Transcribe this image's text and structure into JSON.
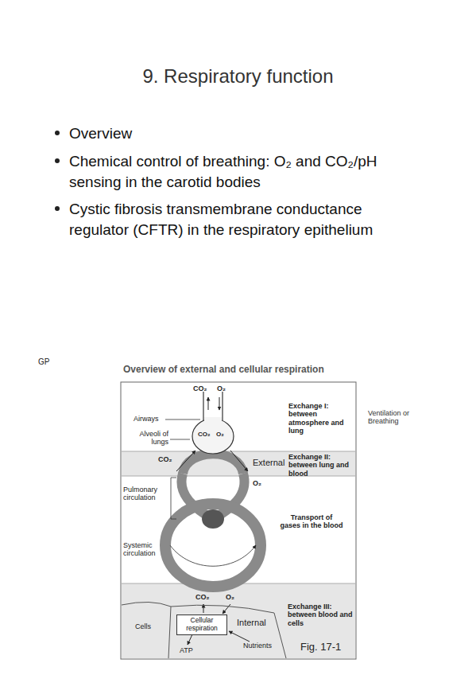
{
  "diagram": {
    "title": "9. Respiratory function",
    "nodes": [
      {
        "text": [
          "Cellular respiration"
        ]
      }
    ],
    "labels": [
      "Overview",
      "Chemical control of breathing: O₂ and CO₂/pH sensing in the carotid bodies",
      "Cystic fibrosis transmembrane conductance regulator (CFTR) in the respiratory epithelium",
      "GP",
      "Overview of external and cellular respiration",
      "CO₂",
      "O₂",
      "Airways",
      "Alveoli of lungs",
      "Exchange I: between atmosphere and lung",
      "Ventilation or Breathing",
      "CO₂",
      "O₂",
      "External",
      "Exchange II: between lung and blood",
      "CO₂",
      "O₂",
      "Pulmonary circulation",
      "Transport of gases in the blood",
      "Systemic circulation",
      "CO₂",
      "O₂",
      "Cells",
      "Internal",
      "Exchange III: between blood and cells",
      "Nutrients",
      "ATP",
      "Fig. 17-1"
    ]
  }
}
